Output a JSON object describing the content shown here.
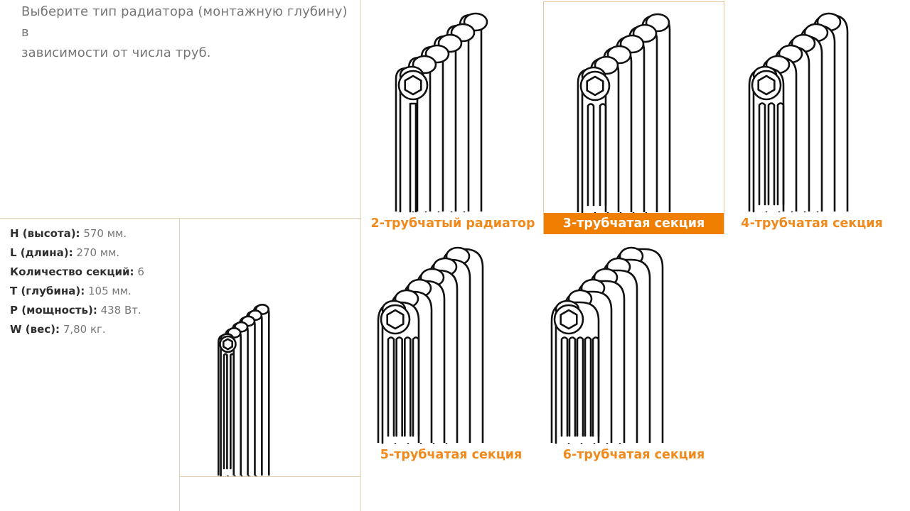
{
  "intro": {
    "line1": "Выберите тип радиатора (монтажную глубину) в",
    "line2": "зависимости от числа труб."
  },
  "specs": [
    {
      "key": "H (высота):",
      "value": "570 мм."
    },
    {
      "key": "L (длина):",
      "value": "270 мм."
    },
    {
      "key": "Количество секций:",
      "value": "6"
    },
    {
      "key": "T (глубина):",
      "value": "105 мм."
    },
    {
      "key": "P (мощность):",
      "value": "438 Вт."
    },
    {
      "key": "W (вес):",
      "value": "7,80 кг."
    }
  ],
  "options": [
    {
      "label": "2-трубчатый радиатор",
      "tubes": 2,
      "selected": false
    },
    {
      "label": "3-трубчатая секция",
      "tubes": 3,
      "selected": true
    },
    {
      "label": "4-трубчатая секция",
      "tubes": 4,
      "selected": false
    },
    {
      "label": "5-трубчатая секция",
      "tubes": 5,
      "selected": false
    },
    {
      "label": "6-трубчатая секция",
      "tubes": 6,
      "selected": false
    }
  ],
  "colors": {
    "accent": "#f07e00",
    "label": "#f08a1c",
    "border": "#e2cfb4",
    "text": "#777777",
    "key": "#2f2f2f"
  },
  "icons": {
    "radiator": "radiator-icon"
  }
}
